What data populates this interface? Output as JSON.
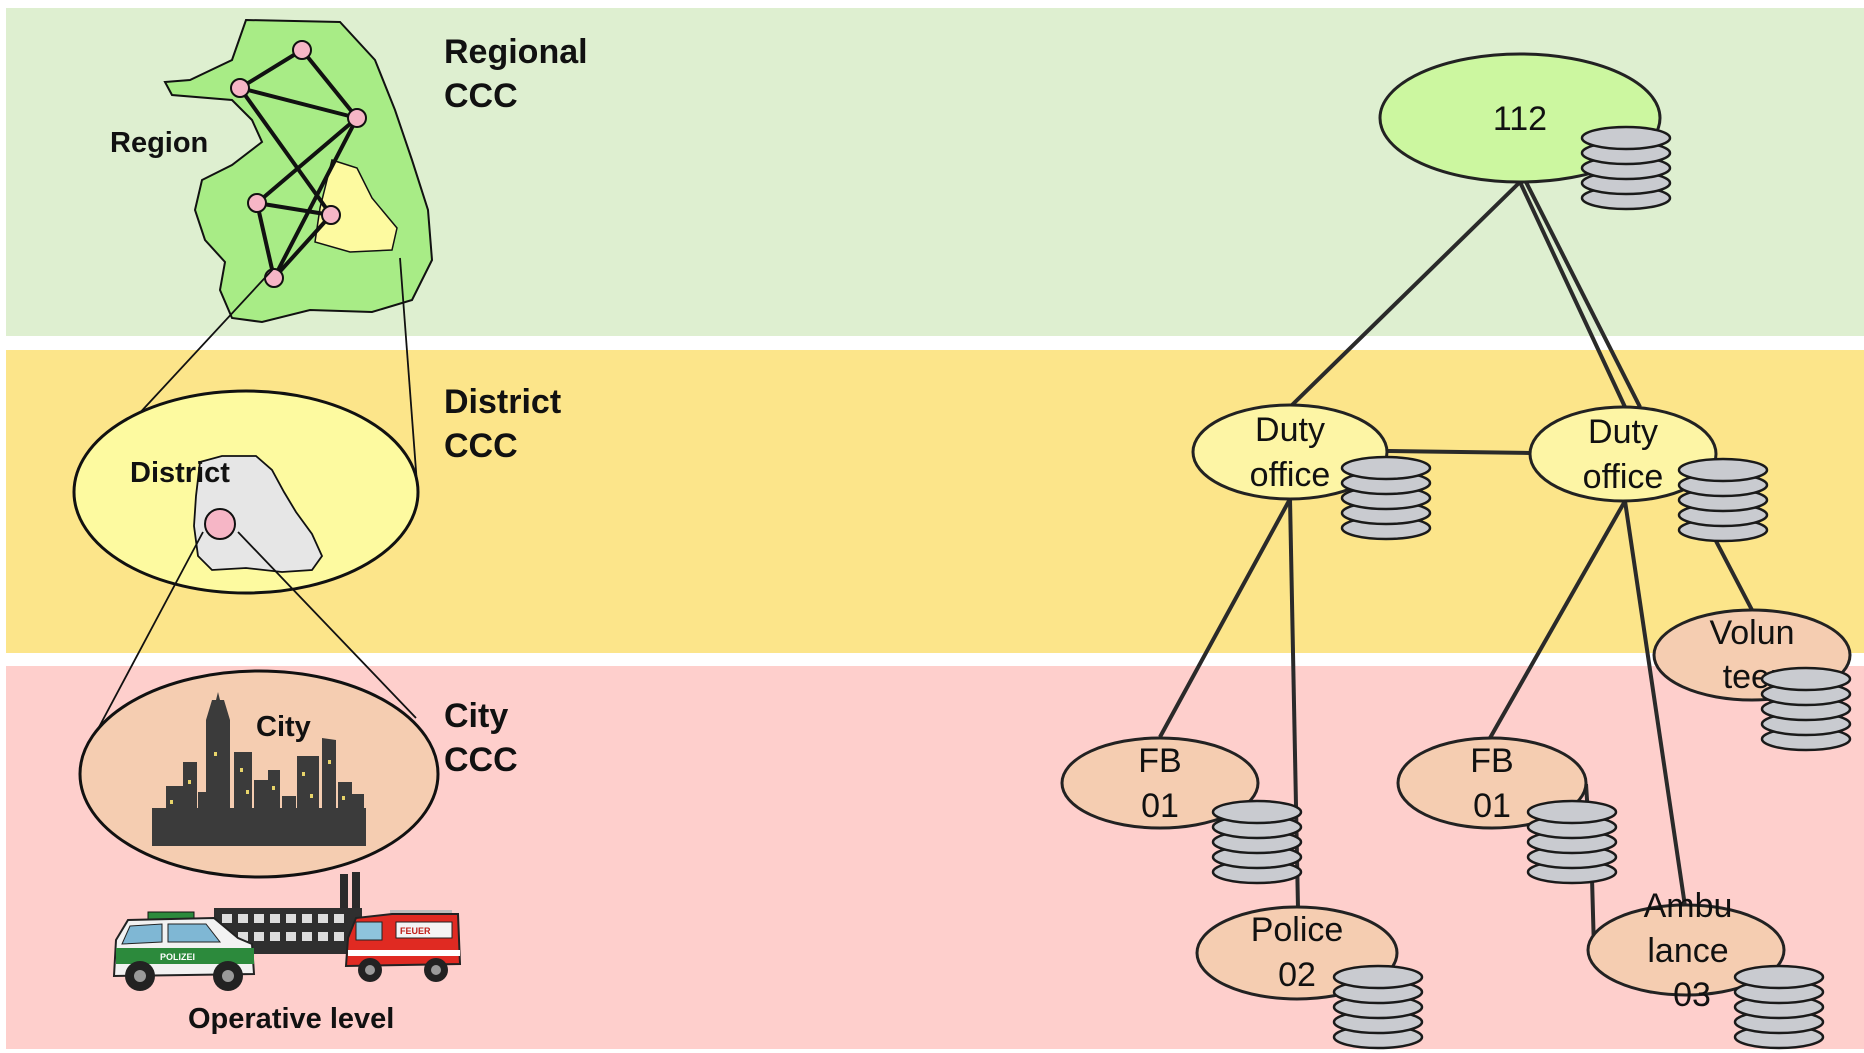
{
  "levels": {
    "regional": "Regional\nCCC",
    "district": "District\nCCC",
    "city": "City\nCCC"
  },
  "map_labels": {
    "region": "Region",
    "district": "District",
    "city": "City",
    "operative": "Operative level"
  },
  "nodes": {
    "root": "112",
    "duty_left": [
      "Duty",
      "office"
    ],
    "duty_right": [
      "Duty",
      "office"
    ],
    "volunteer": [
      "Volun",
      "teer"
    ],
    "fb_left": [
      "FB",
      "01"
    ],
    "fb_right": [
      "FB",
      "01"
    ],
    "police": [
      "Police",
      "02"
    ],
    "ambulance": [
      "Ambu",
      "lance",
      "03"
    ]
  },
  "vehicle_text": {
    "police_car": "POLIZEI",
    "fire_truck": "FEUER"
  },
  "colors": {
    "regional_band": "#deefd0",
    "district_band": "#fce58a",
    "city_band": "#fecfcc",
    "regional_node": "#ccf7a0",
    "district_node": "#fdf5a5",
    "city_node": "#f5cdb1",
    "database": "#c9cbd0"
  }
}
